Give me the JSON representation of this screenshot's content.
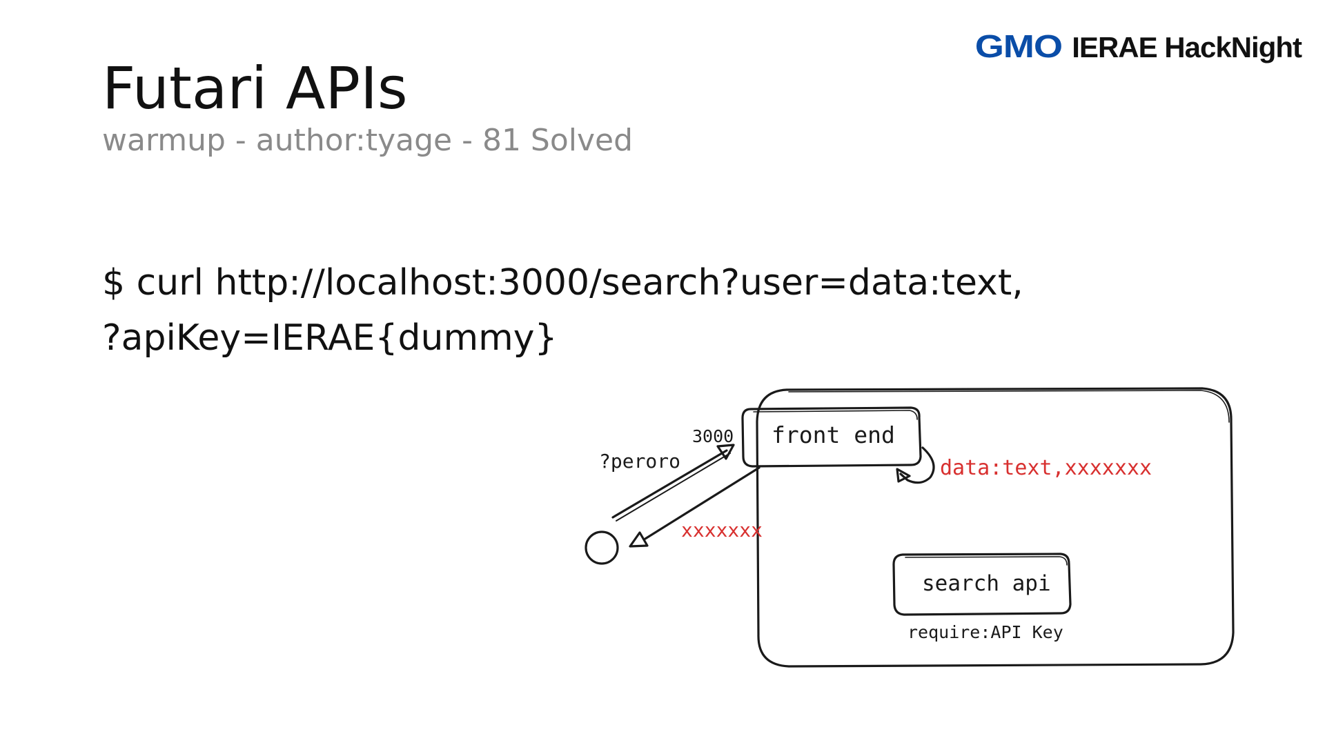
{
  "logo": {
    "brand": "GMO",
    "event": "IERAE HackNight"
  },
  "slide": {
    "title": "Futari APIs",
    "subtitle": "warmup - author:tyage - 81 Solved",
    "command_lines": [
      "$ curl http://localhost:3000/search?user=data:text,",
      "?apiKey=IERAE{dummy}"
    ]
  },
  "diagram": {
    "port_label": "3000",
    "front_end_label": "front end",
    "request_label": "?peroro",
    "loop_label": "data:text,xxxxxxx",
    "response_label": "xxxxxxx",
    "search_api_label": "search api",
    "search_api_note": "require:API Key",
    "colors": {
      "stroke": "#1a1a1a",
      "highlight": "#d8302f"
    }
  }
}
